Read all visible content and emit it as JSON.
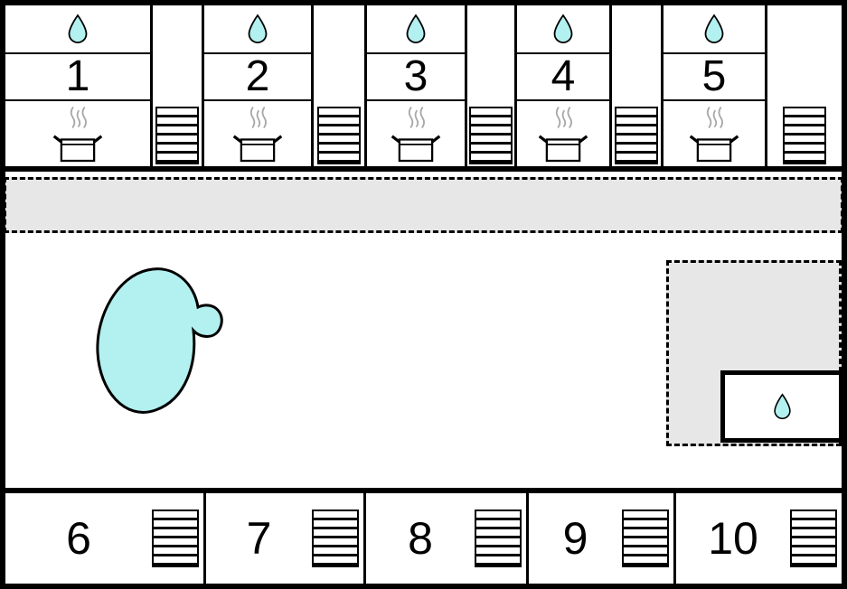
{
  "colors": {
    "water": "#b3f0f0",
    "road": "#e7e7e7",
    "steam": "#a8a8a8",
    "background": "#ffffff",
    "outline": "#000000"
  },
  "icons": {
    "water_drop": "water-drop-icon",
    "cooking_pot": "cooking-pot-icon",
    "grate": "grate-icon"
  },
  "top_row": {
    "units": [
      {
        "number": "1"
      },
      {
        "number": "2"
      },
      {
        "number": "3"
      },
      {
        "number": "4"
      },
      {
        "number": "5"
      }
    ]
  },
  "bottom_row": {
    "units": [
      {
        "number": "6"
      },
      {
        "number": "7"
      },
      {
        "number": "8"
      },
      {
        "number": "9"
      },
      {
        "number": "10"
      }
    ]
  }
}
